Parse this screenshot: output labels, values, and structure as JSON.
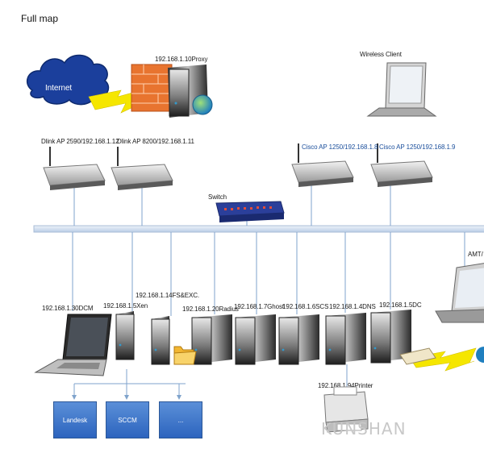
{
  "title": "Full map",
  "internet_label": "Internet",
  "proxy_label": "192.168.1.10Proxy",
  "wireless_client_label": "Wireless Client",
  "switch_label": "Switch",
  "access_points": [
    {
      "label": "Dlink AP 2590/192.168.1.12"
    },
    {
      "label": "Dlink AP 8200/192.168.1.11"
    },
    {
      "label": "Cisco AP 1250/192.168.1.8"
    },
    {
      "label": "Cisco AP 1250/192.168.1.9"
    }
  ],
  "amt_label": "AMT/",
  "servers": [
    {
      "label": "192.168.1.30DCM"
    },
    {
      "label": "192.168.1.5Xen"
    },
    {
      "label": "192.168.1.14FS&EXC."
    },
    {
      "label": "192.168.1.20Radius"
    },
    {
      "label": "192.168.1.7Ghost"
    },
    {
      "label": "192.168.1.6SCS"
    },
    {
      "label": "192.168.1.4DNS"
    },
    {
      "label": "192.168.1.5DC"
    }
  ],
  "printer_label": "192.168.1.94Printer",
  "sub_boxes": [
    {
      "label": "Landesk"
    },
    {
      "label": "SCCM"
    },
    {
      "label": "..."
    }
  ],
  "watermark": "KUNSHAN",
  "colors": {
    "bus": "#d9e4f2",
    "line": "#7fa3cc",
    "lightning": "#f5e600",
    "box": "#2c64be"
  }
}
